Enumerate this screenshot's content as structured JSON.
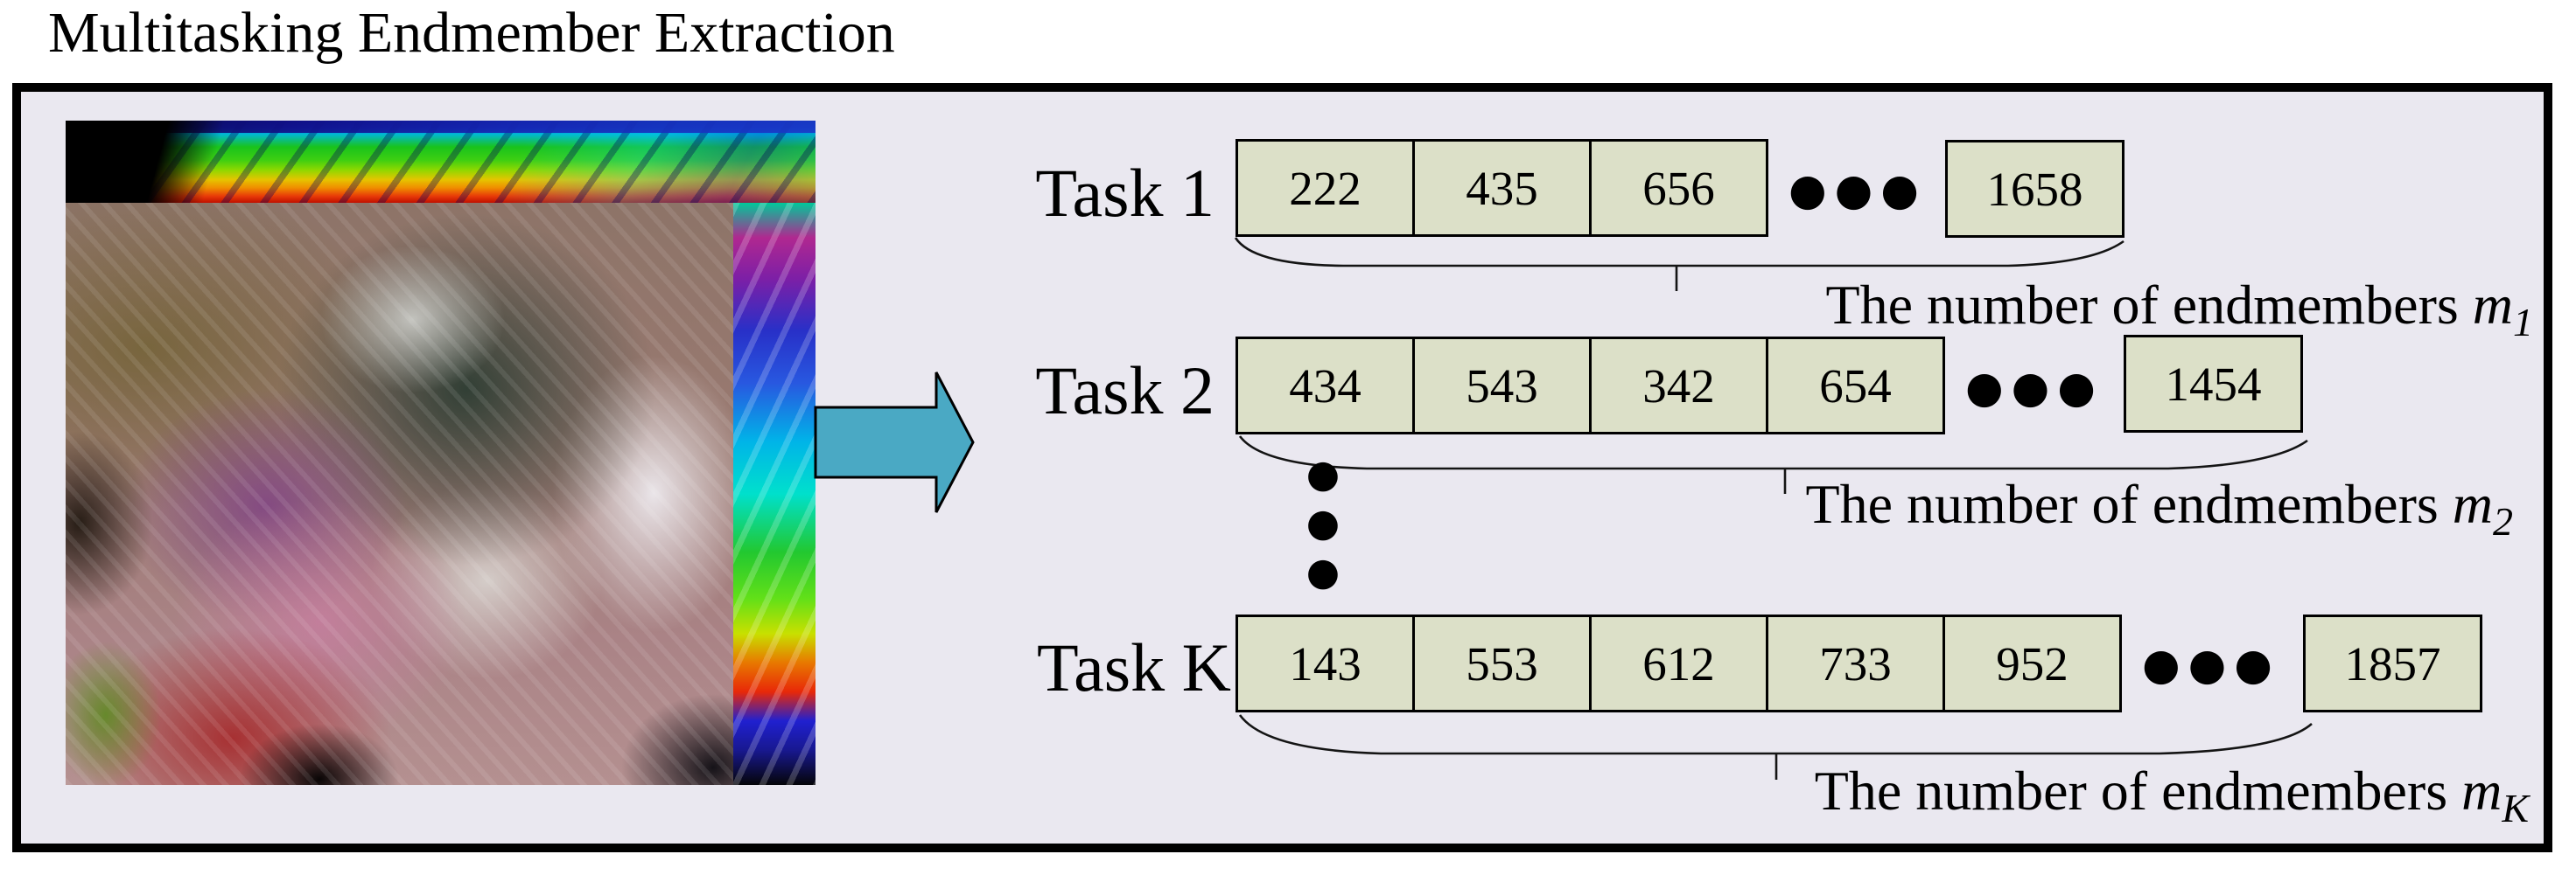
{
  "title": "Multitasking Endmember Extraction",
  "colors": {
    "panel_background": "#eae8f0",
    "box_fill": "#dce0c8",
    "box_border": "#000000",
    "arrow_fill": "#4aa9c4",
    "text": "#000000"
  },
  "cube": {
    "description_name": "hyperspectral-image-cube"
  },
  "ellipsis": {
    "horizontal": "●●●",
    "vertical": "●\n●\n●"
  },
  "tasks": [
    {
      "label": "Task 1",
      "cells": [
        "222",
        "435",
        "656"
      ],
      "last_cell": "1658",
      "caption": "The number of endmembers ",
      "caption_var": "m",
      "caption_sub": "1"
    },
    {
      "label": "Task 2",
      "cells": [
        "434",
        "543",
        "342",
        "654"
      ],
      "last_cell": "1454",
      "caption": "The number of endmembers ",
      "caption_var": "m",
      "caption_sub": "2"
    },
    {
      "label": "Task K",
      "cells": [
        "143",
        "553",
        "612",
        "733",
        "952"
      ],
      "last_cell": "1857",
      "caption": "The number of endmembers ",
      "caption_var": "m",
      "caption_sub": "K"
    }
  ]
}
